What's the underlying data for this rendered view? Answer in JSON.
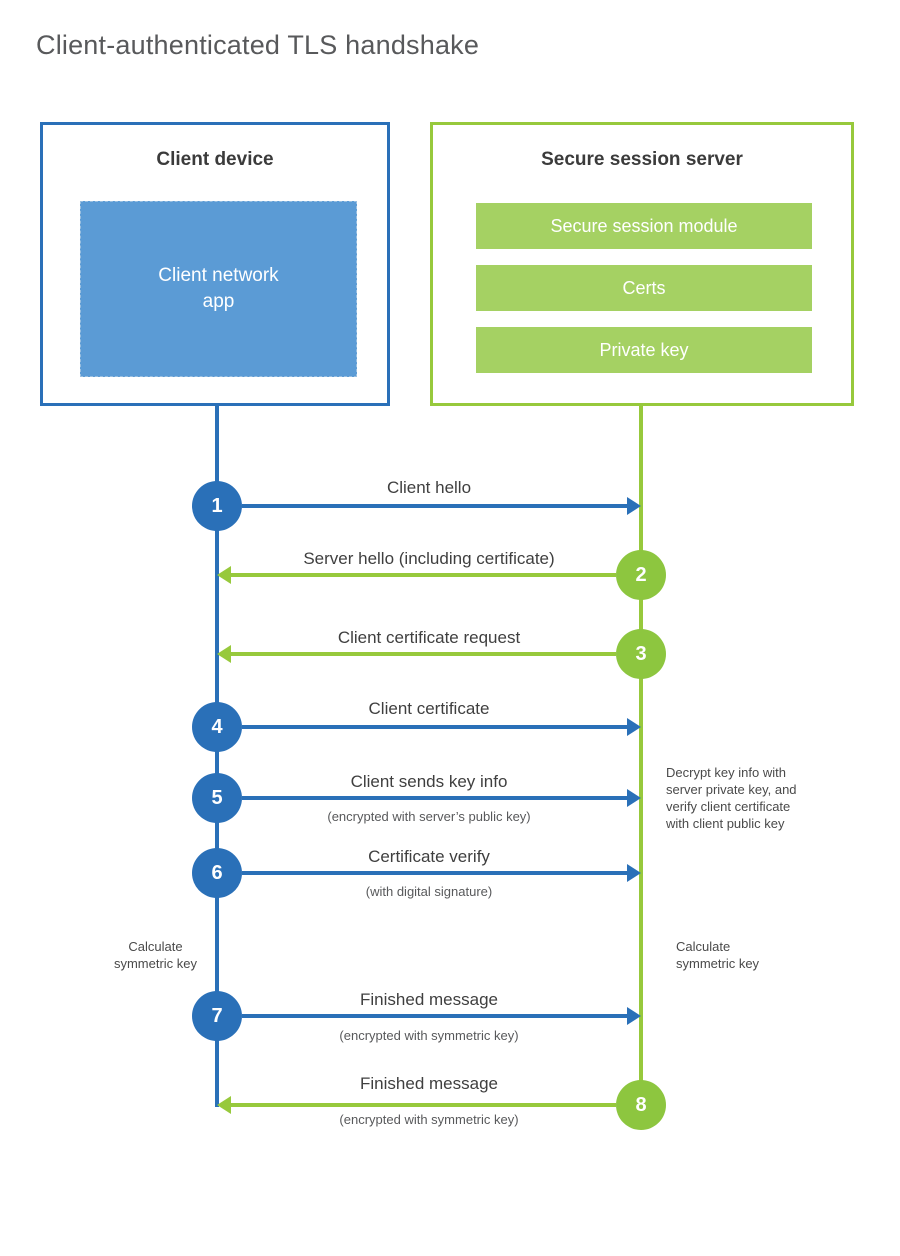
{
  "title": "Client-authenticated TLS handshake",
  "colors": {
    "blue": "#2a70b8",
    "blue_fill": "#5b9bd5",
    "green": "#97c93c",
    "green_circle": "#8dc63f",
    "green_fill": "#a5d163"
  },
  "client": {
    "title": "Client device",
    "app_label": "Client network\napp"
  },
  "server": {
    "title": "Secure session server",
    "modules": [
      "Secure session module",
      "Certs",
      "Private key"
    ]
  },
  "steps": [
    {
      "num": "1",
      "label": "Client hello",
      "sub": "",
      "direction": "right",
      "color": "blue"
    },
    {
      "num": "2",
      "label": "Server hello (including certificate)",
      "sub": "",
      "direction": "left",
      "color": "green"
    },
    {
      "num": "3",
      "label": "Client certificate request",
      "sub": "",
      "direction": "left",
      "color": "green"
    },
    {
      "num": "4",
      "label": "Client certificate",
      "sub": "",
      "direction": "right",
      "color": "blue"
    },
    {
      "num": "5",
      "label": "Client sends key info",
      "sub": "(encrypted with server’s public key)",
      "direction": "right",
      "color": "blue"
    },
    {
      "num": "6",
      "label": "Certificate verify",
      "sub": "(with digital signature)",
      "direction": "right",
      "color": "blue"
    },
    {
      "num": "7",
      "label": "Finished message",
      "sub": "(encrypted with symmetric key)",
      "direction": "right",
      "color": "blue"
    },
    {
      "num": "8",
      "label": "Finished message",
      "sub": "(encrypted with symmetric key)",
      "direction": "left",
      "color": "green"
    }
  ],
  "notes": {
    "decrypt": "Decrypt key info with\nserver private key, and\nverify client certificate\nwith client public key",
    "calc_left": "Calculate\nsymmetric key",
    "calc_right": "Calculate\nsymmetric key"
  }
}
